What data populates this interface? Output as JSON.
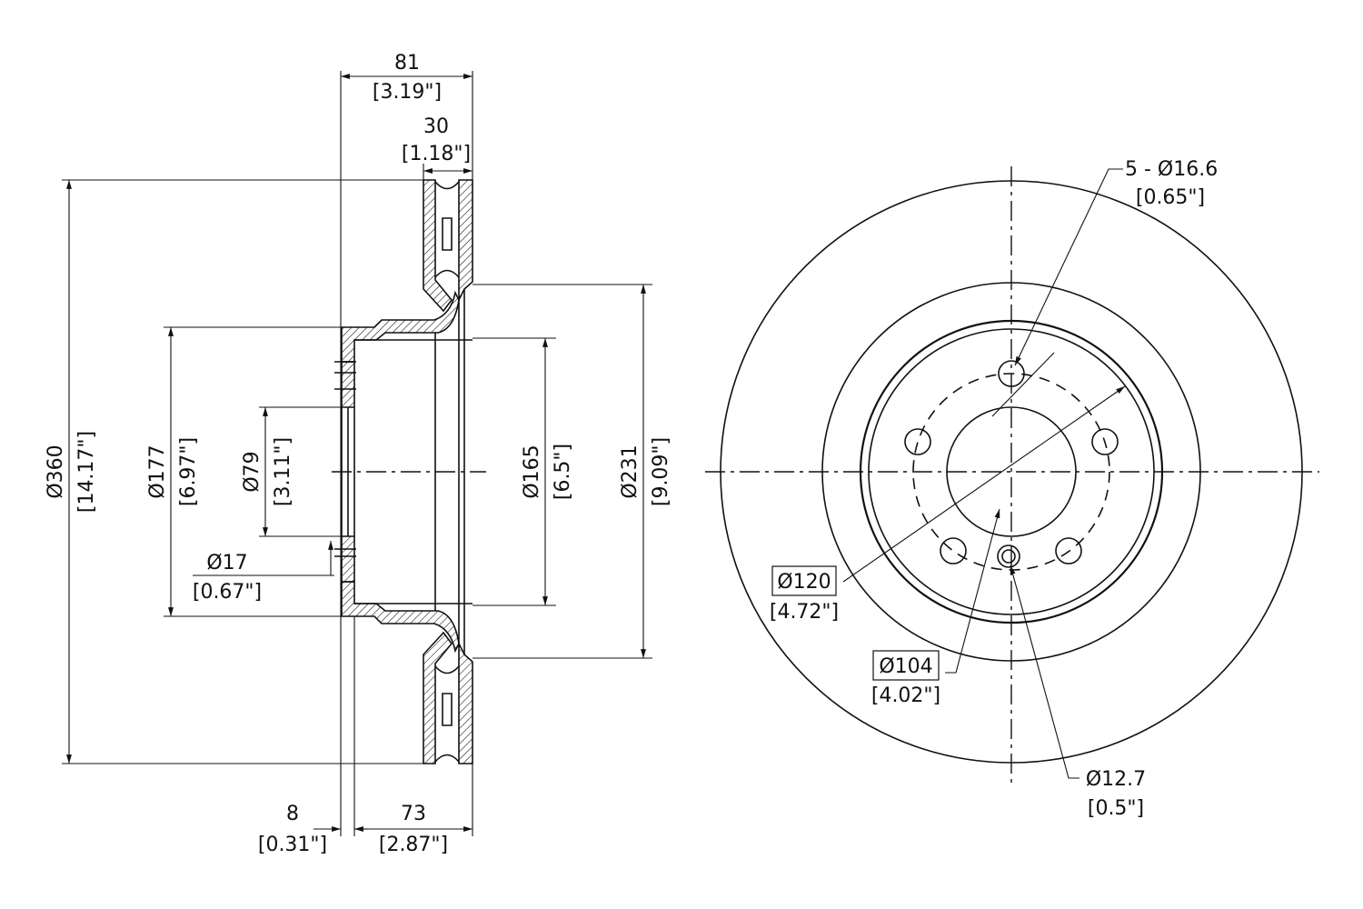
{
  "colors": {
    "line": "#111111",
    "background": "#ffffff"
  },
  "dimensions": {
    "overall_width": {
      "mm": "81",
      "in": "[3.19\"]"
    },
    "disc_thickness": {
      "mm": "30",
      "in": "[1.18\"]"
    },
    "hub_offset": {
      "mm": "8",
      "in": "[0.31\"]"
    },
    "hat_depth": {
      "mm": "73",
      "in": "[2.87\"]"
    },
    "outer_diameter": {
      "mm": "Ø360",
      "in": "[14.17\"]"
    },
    "hat_outer_diameter": {
      "mm": "Ø177",
      "in": "[6.97\"]"
    },
    "center_bore": {
      "mm": "Ø79",
      "in": "[3.11\"]"
    },
    "pilot_hole": {
      "mm": "Ø17",
      "in": "[0.67\"]"
    },
    "inner_hat_diameter": {
      "mm": "Ø165",
      "in": "[6.5\"]"
    },
    "friction_inner_diameter": {
      "mm": "Ø231",
      "in": "[9.09\"]"
    },
    "bolt_holes": {
      "mm": "5 - Ø16.6",
      "in": "[0.65\"]"
    },
    "bolt_circle": {
      "mm": "Ø120",
      "in": "[4.72\"]"
    },
    "pcd_104": {
      "mm": "Ø104",
      "in": "[4.02\"]"
    },
    "locator_hole": {
      "mm": "Ø12.7",
      "in": "[0.5\"]"
    }
  }
}
